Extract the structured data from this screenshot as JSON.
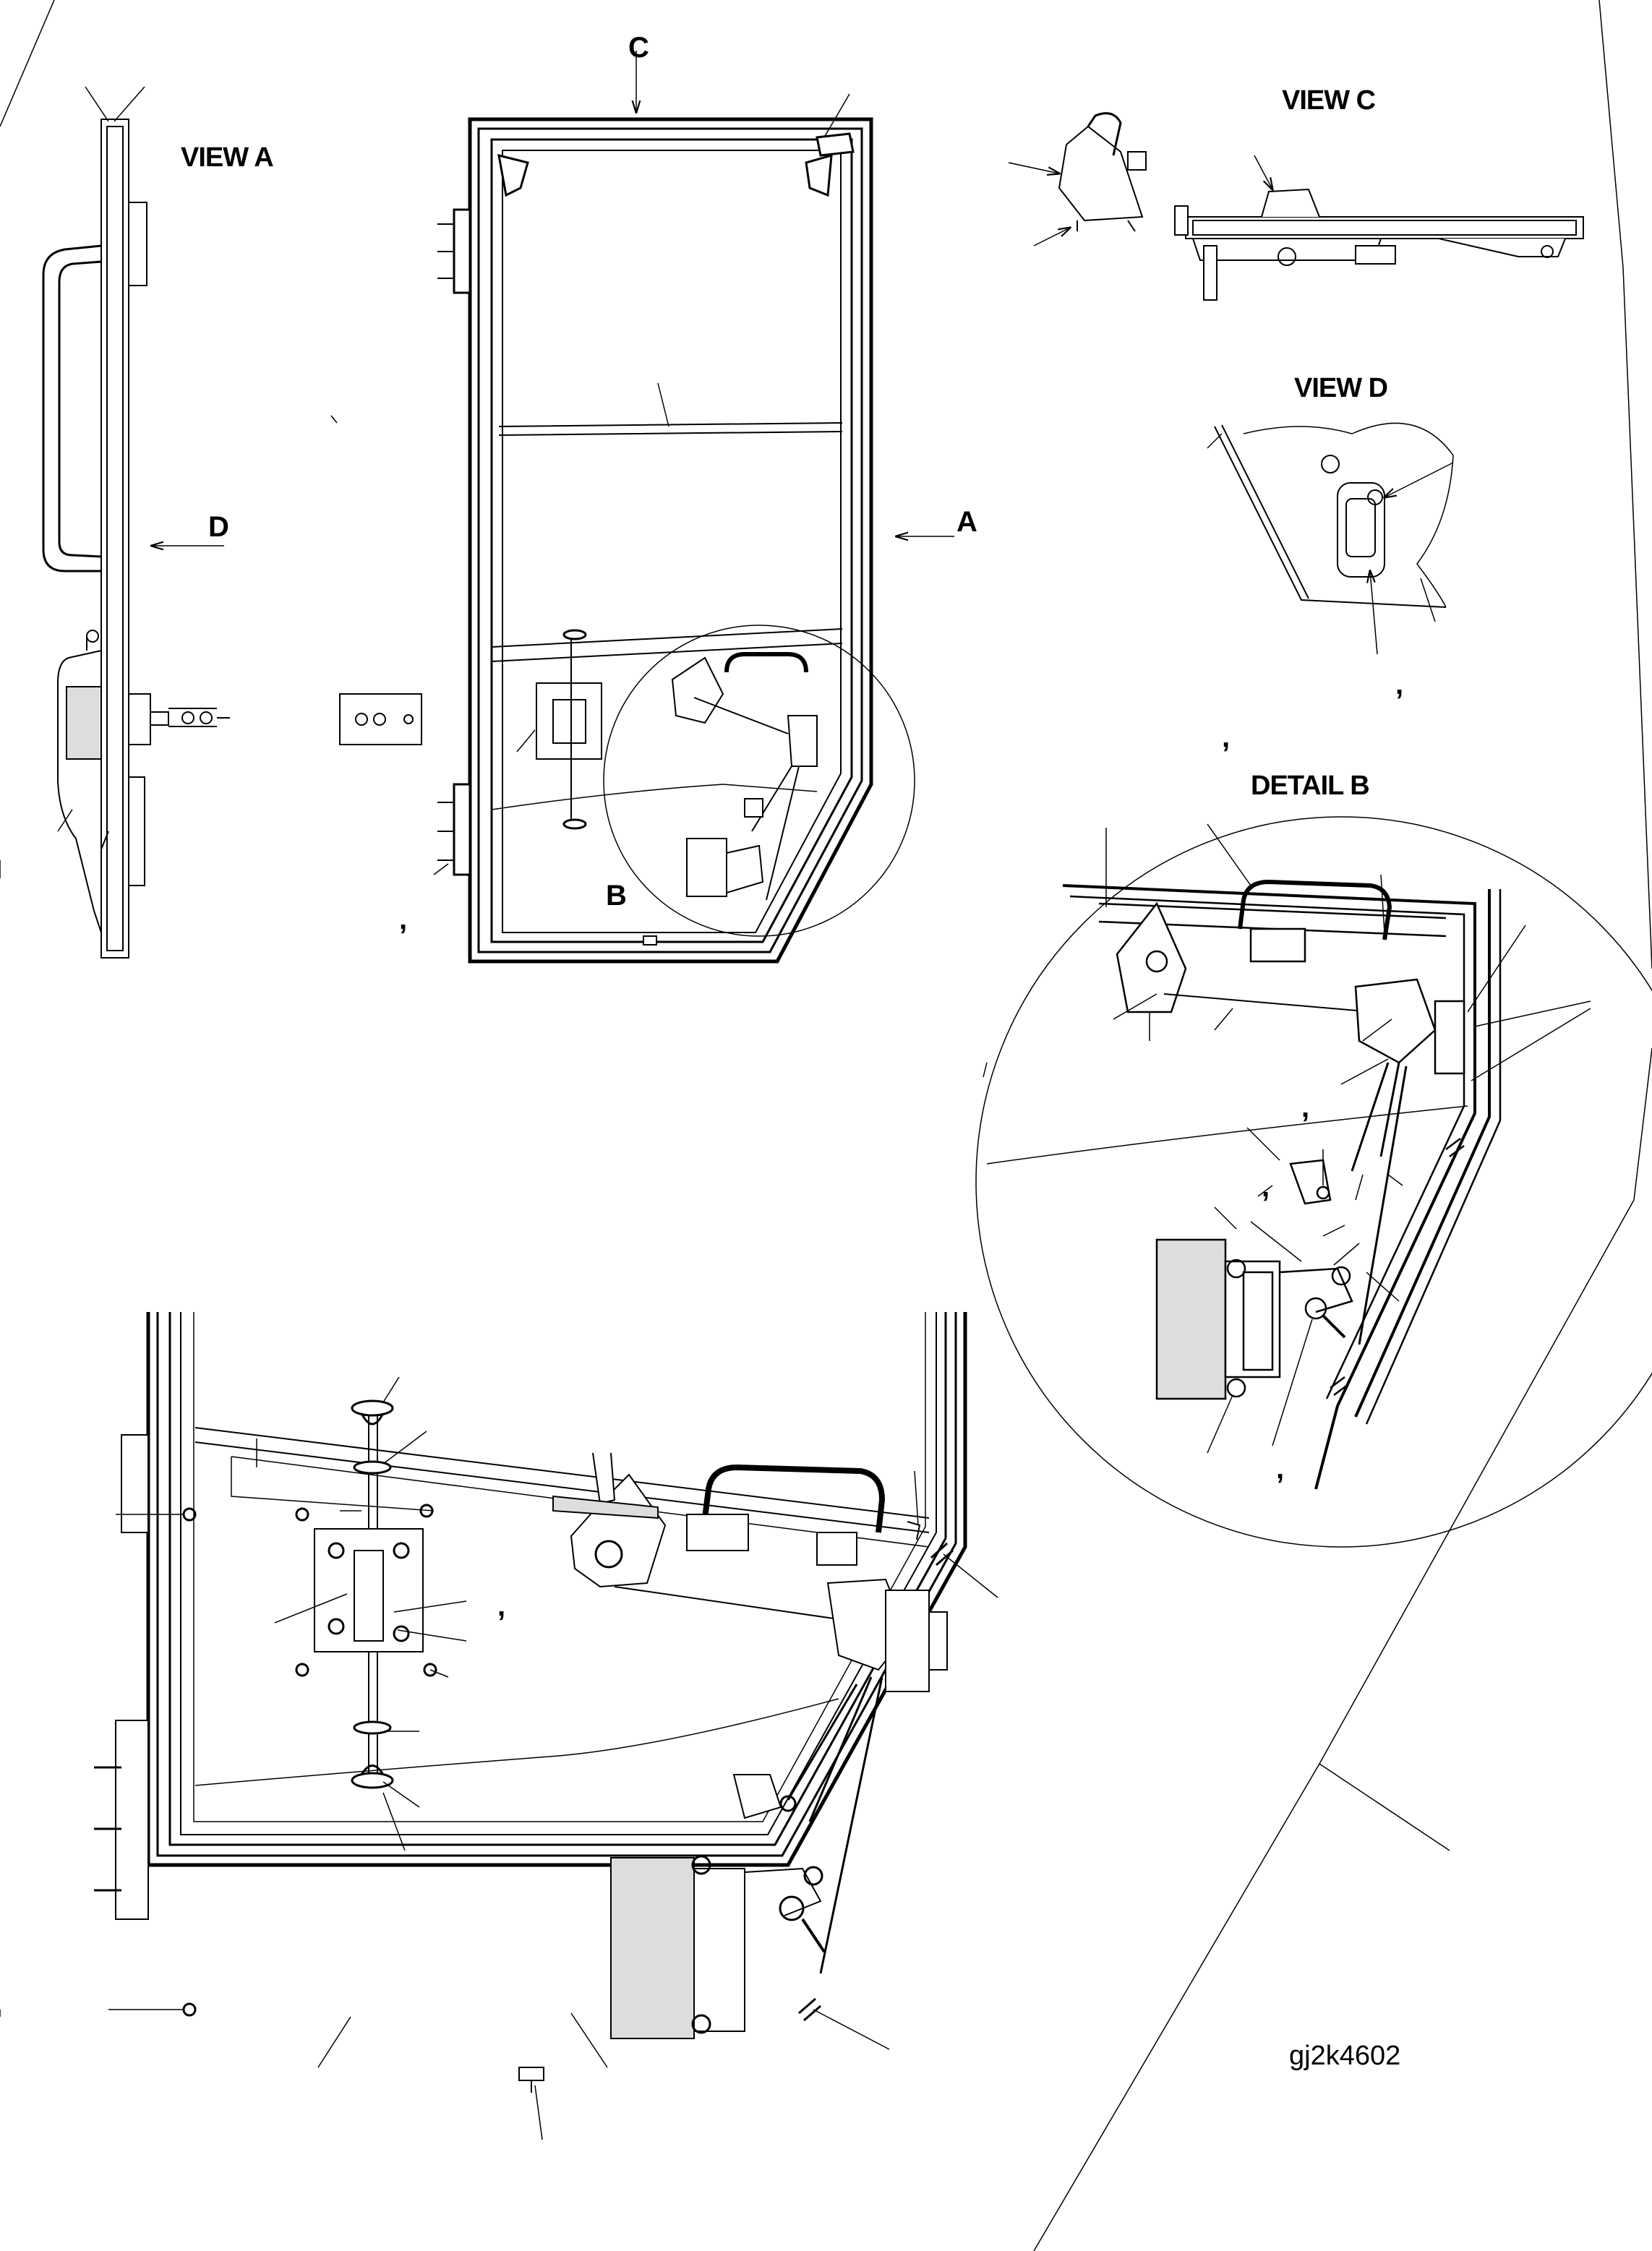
{
  "views": {
    "view_a": "VIEW A",
    "view_c": "VIEW C",
    "view_d": "VIEW D",
    "detail_b": "DETAIL B"
  },
  "callouts": {
    "a": "A",
    "b": "B",
    "c": "C",
    "d": "D"
  },
  "commas": [
    ",",
    ",",
    ",",
    ",",
    ",",
    ",",
    ","
  ],
  "figure_id": "gj2k4602"
}
